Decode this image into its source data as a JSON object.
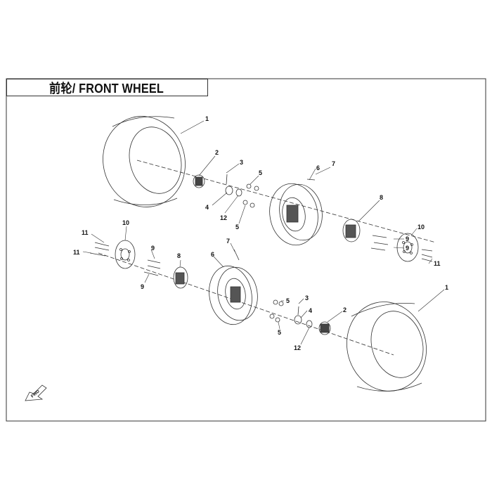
{
  "diagram": {
    "title": "前轮/ FRONT WHEEL",
    "fwd_label": "FWD",
    "callouts": {
      "tire_top": "1",
      "hub_cap_top": "2",
      "valve_top": "3",
      "washer_top": "4",
      "nut_top_a": "5",
      "nut_top_b": "5",
      "rim_top": "6",
      "valve_stem_top": "7",
      "hub_right": "8",
      "disc_right": "10",
      "bolt_right": "11",
      "stud_right_a": "9",
      "stud_right_b": "9",
      "spacer_top": "12",
      "bolt_left_a": "11",
      "bolt_left_b": "11",
      "disc_left": "10",
      "stud_left_a": "9",
      "stud_left_b": "9",
      "hub_left": "8",
      "rim_bottom": "6",
      "valve_stem_bottom": "7",
      "nut_bottom_a": "5",
      "nut_bottom_b": "5",
      "valve_bottom": "3",
      "washer_bottom": "4",
      "hub_cap_bottom": "2",
      "spacer_bottom": "12",
      "tire_bottom": "1"
    }
  },
  "colors": {
    "line": "#333333",
    "frame": "#333333",
    "background": "#ffffff"
  }
}
